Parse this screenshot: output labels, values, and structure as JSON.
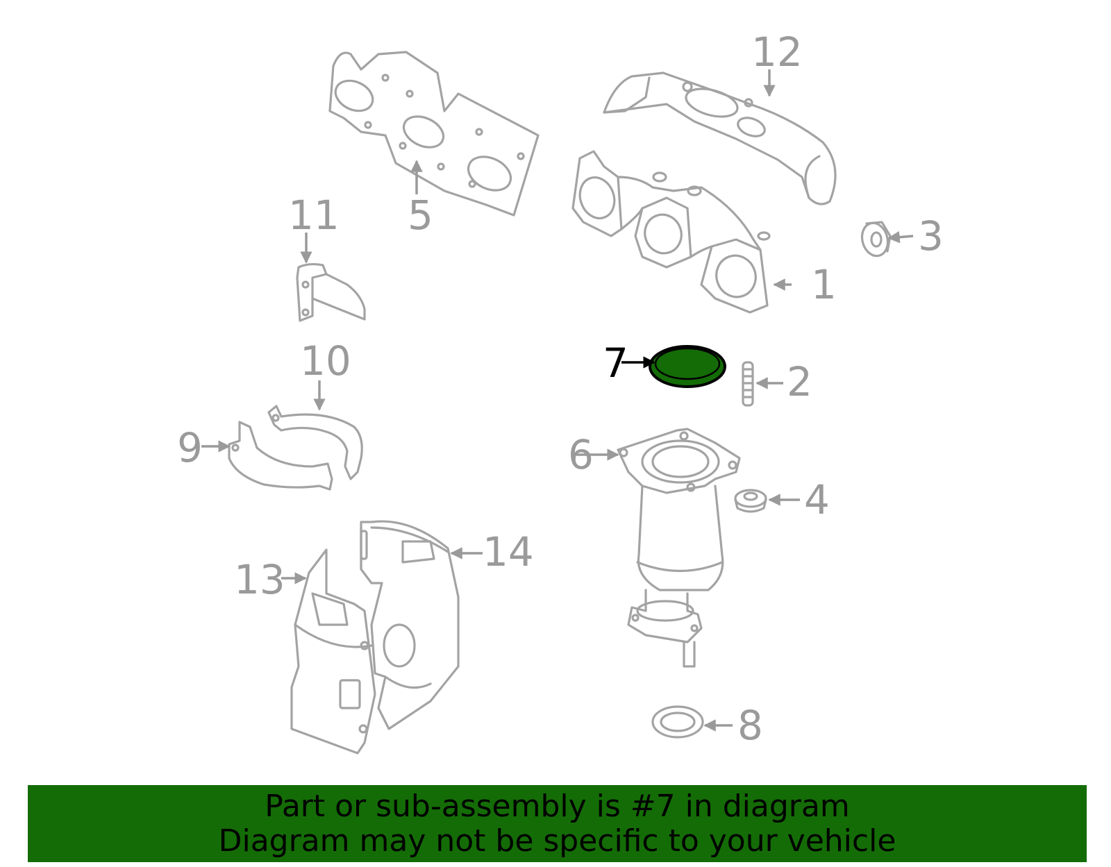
{
  "callouts": [
    "1",
    "2",
    "3",
    "4",
    "5",
    "6",
    "7",
    "8",
    "9",
    "10",
    "11",
    "12",
    "13",
    "14"
  ],
  "highlighted_part": "7",
  "highlight_color": "#146c06",
  "line_color": "#a3a3a3",
  "banner": {
    "line1": "Part or sub-assembly is #7 in diagram",
    "line2": "Diagram may not be specific to your vehicle",
    "background": "#146c06"
  }
}
